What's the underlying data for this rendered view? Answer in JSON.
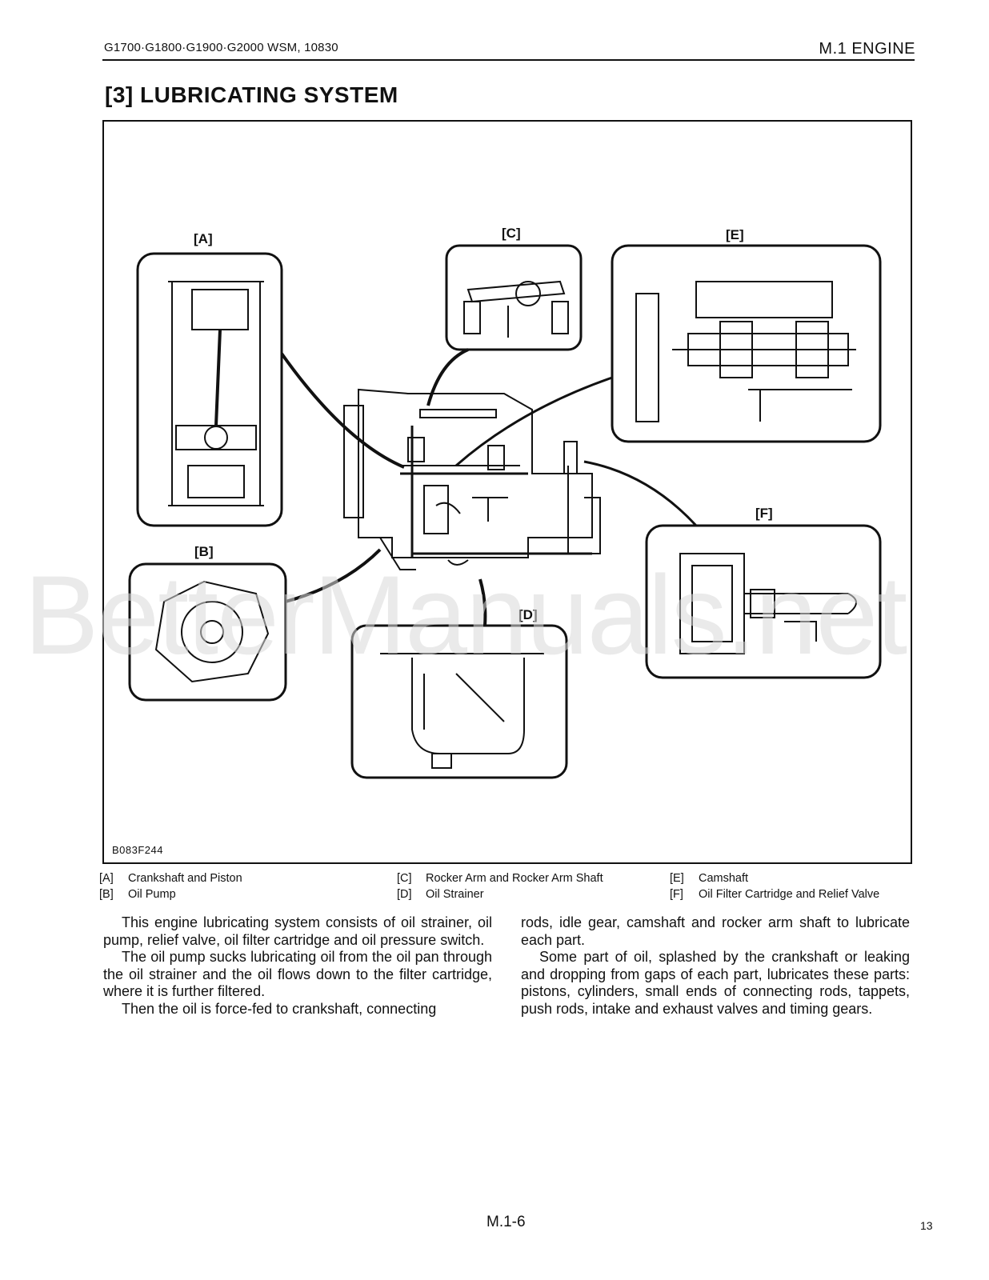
{
  "header": {
    "model_line": "G1700·G1800·G1900·G2000 WSM, 10830",
    "section": "M.1 ENGINE"
  },
  "title": "[3] LUBRICATING SYSTEM",
  "figure": {
    "callouts": {
      "a": "[A]",
      "b": "[B]",
      "c": "[C]",
      "d": "[D]",
      "e": "[E]",
      "f": "[F]"
    },
    "code": "B083F244",
    "watermark": "BetterManuals.net"
  },
  "captions": {
    "col1": [
      {
        "key": "[A]",
        "text": "Crankshaft and Piston"
      },
      {
        "key": "[B]",
        "text": "Oil Pump"
      }
    ],
    "col2": [
      {
        "key": "[C]",
        "text": "Rocker Arm and Rocker Arm Shaft"
      },
      {
        "key": "[D]",
        "text": "Oil Strainer"
      }
    ],
    "col3": [
      {
        "key": "[E]",
        "text": "Camshaft"
      },
      {
        "key": "[F]",
        "text": "Oil Filter Cartridge and Relief Valve"
      }
    ]
  },
  "body": {
    "p1": "This engine lubricating system consists of oil strainer, oil pump, relief valve, oil filter cartridge and oil pressure switch.",
    "p2": "The oil pump sucks lubricating oil from the oil pan through the oil strainer and the oil flows down to the filter cartridge, where it is further filtered.",
    "p3": "Then the oil is force-fed to crankshaft, connecting",
    "p3_cont": "rods, idle gear, camshaft and rocker arm shaft to lubricate each part.",
    "p4": "Some part of oil, splashed by the crankshaft or leaking and dropping from gaps of each part, lubricates these parts: pistons, cylinders, small ends of connecting rods, tappets, push rods, intake and exhaust valves and timing gears."
  },
  "footer": {
    "page_code": "M.1-6",
    "page_number": "13"
  }
}
